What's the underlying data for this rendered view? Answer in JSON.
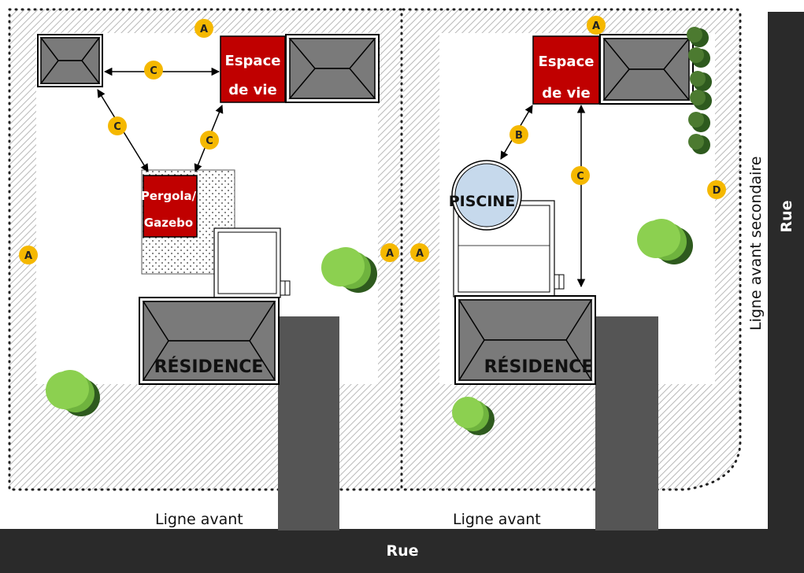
{
  "streets": {
    "bottom": "Rue",
    "right": "Rue"
  },
  "lines": {
    "front_left": "Ligne avant",
    "front_right": "Ligne avant",
    "secondary": "Ligne avant secondaire"
  },
  "lot_left": {
    "living_space": [
      "Espace",
      "de vie"
    ],
    "pergola": [
      "Pergola/",
      "Gazebo"
    ],
    "residence": "RÉSIDENCE"
  },
  "lot_right": {
    "living_space": [
      "Espace",
      "de vie"
    ],
    "pool": "PISCINE",
    "residence": "RÉSIDENCE"
  },
  "badges": {
    "A": "A",
    "B": "B",
    "C": "C",
    "D": "D"
  },
  "colors": {
    "street": "#2a2a2a",
    "driveway": "#555555",
    "roof": "#7a7a7a",
    "living_space": "#c00000",
    "badge": "#f5b800",
    "pool": "#c6d9ec",
    "tree_light": "#8cd050",
    "tree_dark": "#2e5a1e",
    "hatch": "#bdbdbd"
  }
}
